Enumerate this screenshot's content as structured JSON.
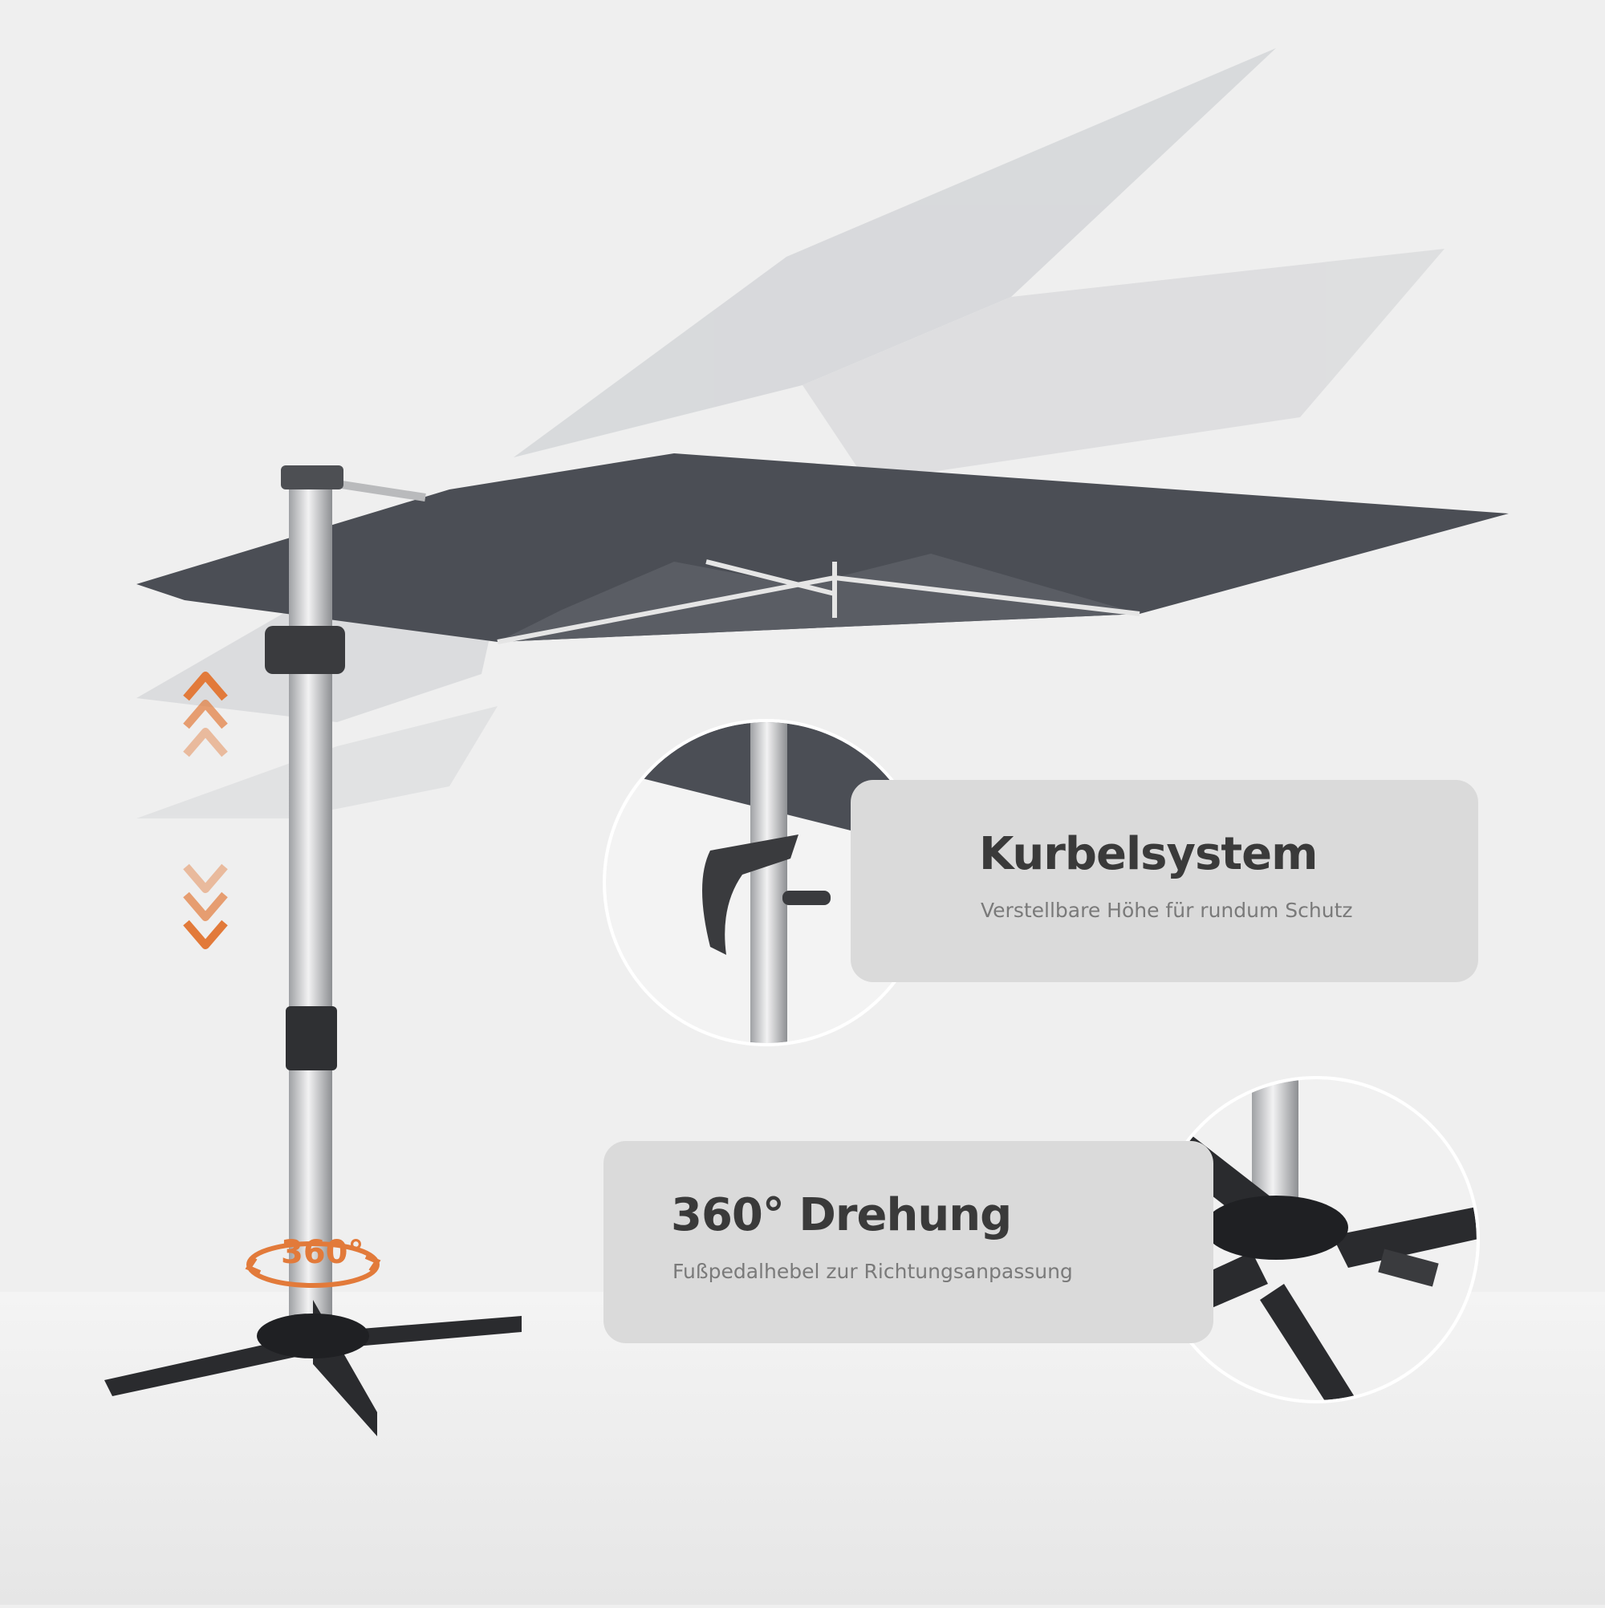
{
  "features": [
    {
      "title": "Kurbelsystem",
      "subtitle": "Verstellbare Höhe für rundum Schutz"
    },
    {
      "title": "360° Drehung",
      "subtitle": "Fußpedalhebel zur Richtungsanpassung"
    }
  ],
  "rotation_badge": "360°",
  "colors": {
    "background": "#efefef",
    "card": "#dadada",
    "canopy": "#4b4e55",
    "canopy_ghost": "#c9cbce",
    "pole": "#c8c9cb",
    "base": "#2a2b2e",
    "accent": "#e27a3a"
  },
  "icons": [
    "height-arrows-icon",
    "rotation-icon"
  ]
}
